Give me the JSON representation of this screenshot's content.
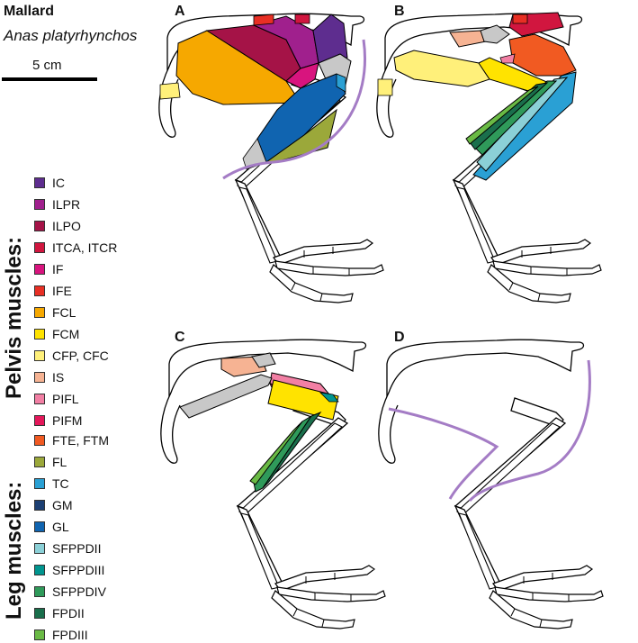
{
  "title": "Mallard",
  "subtitle": "Anas platyrhynchos",
  "scale_label": "5 cm",
  "group_labels": {
    "pelvis": "Pelvis muscles:",
    "leg": "Leg muscles:"
  },
  "panel_letters": [
    "A",
    "B",
    "C",
    "D"
  ],
  "colors": {
    "IC": "#5e2d8f",
    "ILPR": "#a0208d",
    "ILPO": "#a51347",
    "ITCA_ITCR": "#d1163f",
    "IF": "#d8147e",
    "IFE": "#e82f24",
    "FCL": "#f6a800",
    "FCM": "#ffe300",
    "CFP_CFC": "#fff07a",
    "IS": "#f6b393",
    "PIFL": "#f27fa4",
    "PIFM": "#e4185a",
    "FTE_FTM": "#f15a22",
    "FL": "#9ba83a",
    "TC": "#2aa0d4",
    "GM": "#1c3f73",
    "GL": "#1064b0",
    "SFPPDII": "#8bd0d7",
    "SFPPDIII": "#00958f",
    "SFPPDIV": "#2f9a5a",
    "FPDII": "#1a6f4c",
    "FPDIII": "#6aba45",
    "outline": "#a47cc5",
    "bone": "#ffffff",
    "tendon": "#c8c8c8"
  },
  "legend_pelvis": [
    {
      "label": "IC",
      "color": "#5e2d8f"
    },
    {
      "label": "ILPR",
      "color": "#a0208d"
    },
    {
      "label": "ILPO",
      "color": "#a51347"
    },
    {
      "label": "ITCA, ITCR",
      "color": "#d1163f"
    },
    {
      "label": "IF",
      "color": "#d8147e"
    },
    {
      "label": "IFE",
      "color": "#e82f24"
    },
    {
      "label": "FCL",
      "color": "#f6a800"
    },
    {
      "label": "FCM",
      "color": "#ffe300"
    },
    {
      "label": "CFP, CFC",
      "color": "#fff07a"
    },
    {
      "label": "IS",
      "color": "#f6b393"
    },
    {
      "label": "PIFL",
      "color": "#f27fa4"
    },
    {
      "label": "PIFM",
      "color": "#e4185a"
    }
  ],
  "legend_leg": [
    {
      "label": "FTE, FTM",
      "color": "#f15a22"
    },
    {
      "label": "FL",
      "color": "#9ba83a"
    },
    {
      "label": "TC",
      "color": "#2aa0d4"
    },
    {
      "label": "GM",
      "color": "#1c3f73"
    },
    {
      "label": "GL",
      "color": "#1064b0"
    },
    {
      "label": "SFPPDII",
      "color": "#8bd0d7"
    },
    {
      "label": "SFPPDIII",
      "color": "#00958f"
    },
    {
      "label": "SFPPDIV",
      "color": "#2f9a5a"
    },
    {
      "label": "FPDII",
      "color": "#1a6f4c"
    },
    {
      "label": "FPDIII",
      "color": "#6aba45"
    }
  ]
}
